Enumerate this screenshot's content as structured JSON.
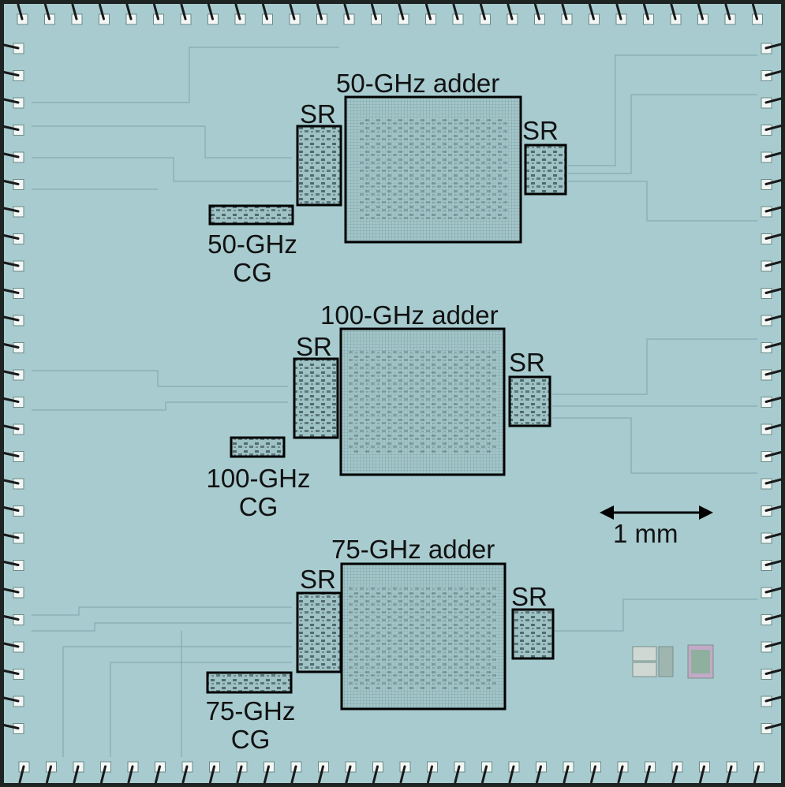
{
  "labels": {
    "adder_50": "50-GHz adder",
    "adder_100": "100-GHz adder",
    "adder_75": "75-GHz adder",
    "sr": "SR",
    "cg_50_line1": "50-GHz",
    "cg_100_line1": "100-GHz",
    "cg_75_line1": "75-GHz",
    "cg_line2": "CG",
    "scale_bar": "1 mm"
  },
  "colors": {
    "substrate": "#a7cbcf",
    "die_border": "#1d2422",
    "bond_pad": "#f2f6f4",
    "bond_wire": "#1a1a1a",
    "block_fill": "#98bcbf",
    "block_outline": "#000000",
    "trace": "#7ea3a8"
  }
}
